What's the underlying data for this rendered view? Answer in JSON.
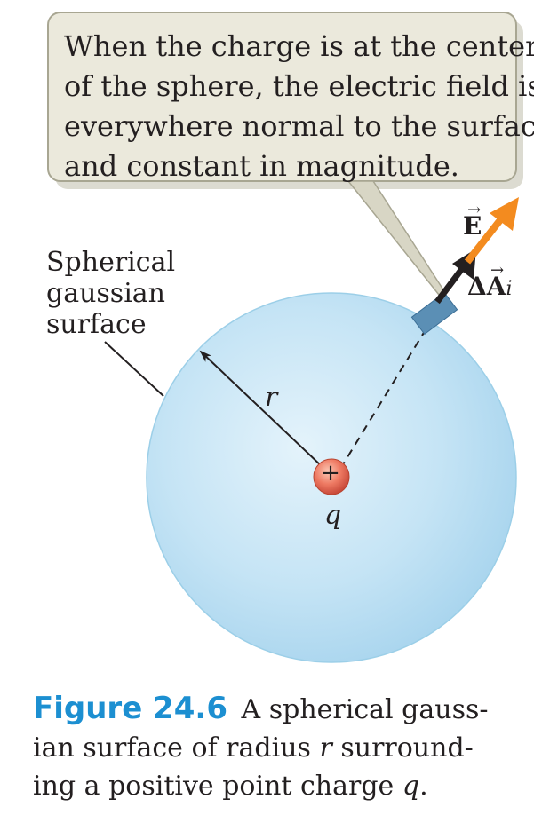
{
  "callout": {
    "lines": [
      "When the charge is at the center",
      "of the sphere, the electric field is",
      "everywhere normal to the surface",
      "and constant in magnitude."
    ]
  },
  "surface_label": {
    "lines": [
      "Spherical",
      "gaussian",
      "surface"
    ]
  },
  "radius_label": "r",
  "charge": {
    "symbol": "+",
    "label": "q"
  },
  "field_vector": {
    "symbol": "E",
    "arrow": "→"
  },
  "area_vector": {
    "symbol": "ΔA",
    "arrow": "→",
    "subscript": "i"
  },
  "caption": {
    "figure_label": "Figure 24.6",
    "line1": "A spherical gauss-",
    "line2_pre": "ian surface of radius ",
    "line2_var": "r",
    "line2_post": " surround-",
    "line3_pre": "ing a positive point charge ",
    "line3_var": "q",
    "line3_post": "."
  },
  "colors": {
    "sphere": "#bfe2f4",
    "callout_fill": "#ebe9dc",
    "callout_border": "#9c9a87",
    "field_arrow": "#f38b1f",
    "area_arrow": "#231f20",
    "patch": "#5b8fb5",
    "charge": "#e86a55",
    "figure_label": "#1c8fd1"
  }
}
